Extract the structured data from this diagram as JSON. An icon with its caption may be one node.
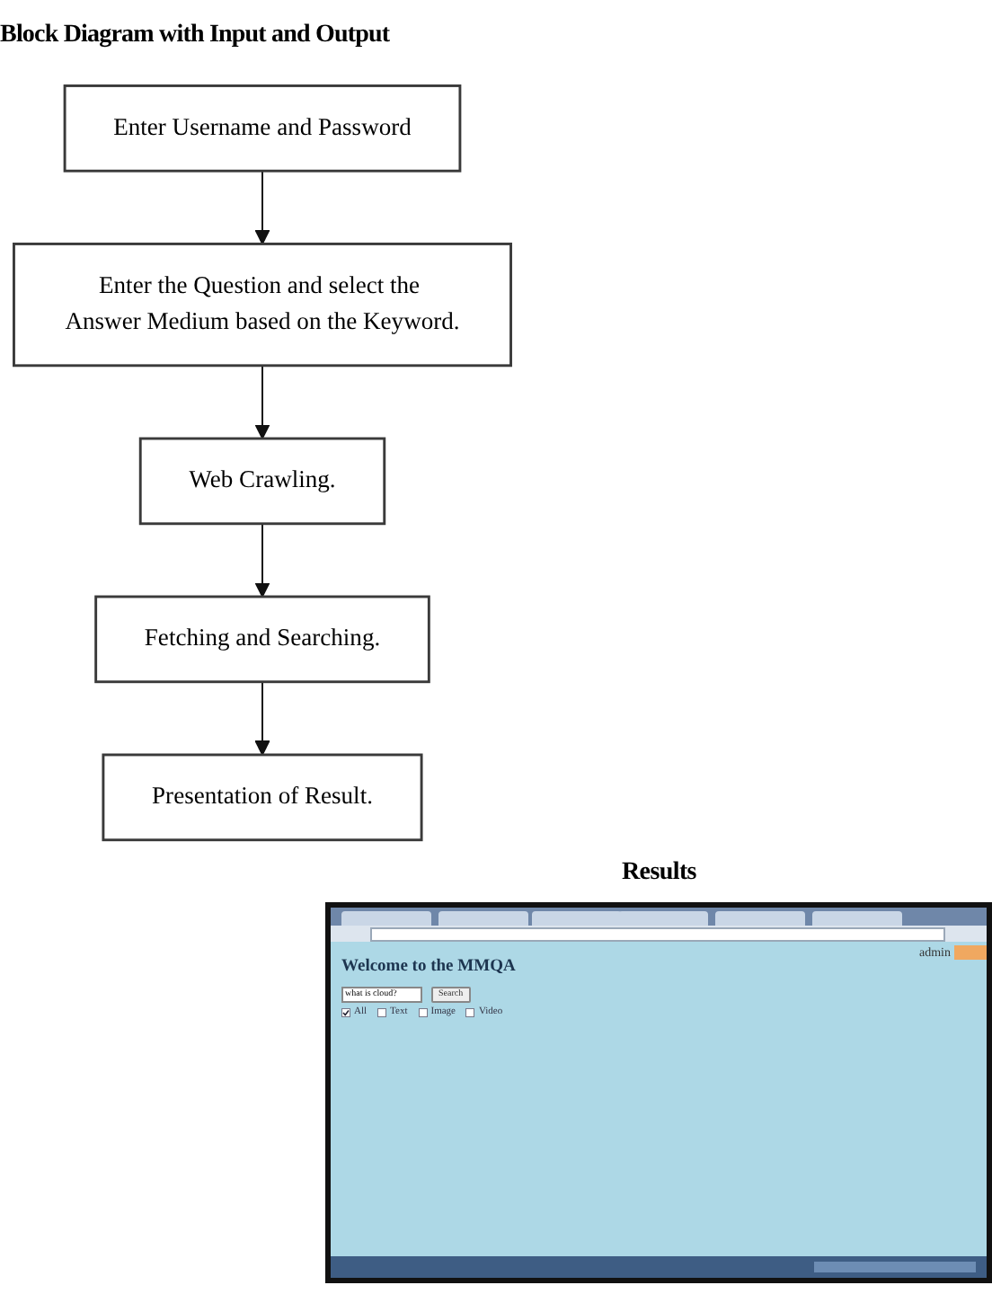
{
  "diagram": {
    "title": "Block Diagram with Input and Output",
    "nodes": [
      {
        "text": [
          "Enter Username and Password"
        ]
      },
      {
        "text": [
          "Enter the Question and select the Answer Medium based on the Keyword."
        ]
      },
      {
        "text": [
          "Web Crawling."
        ]
      },
      {
        "text": [
          "Fetching and Searching."
        ]
      },
      {
        "text": [
          "Presentation of Result."
        ]
      }
    ],
    "edges": [
      {
        "from": 0,
        "to": 1,
        "arrow": "to"
      },
      {
        "from": 1,
        "to": 2,
        "arrow": "to"
      },
      {
        "from": 2,
        "to": 3,
        "arrow": "to"
      },
      {
        "from": 3,
        "to": 4,
        "arrow": "to"
      }
    ],
    "labels": [
      "Results",
      "admin",
      "Welcome to the MMQA",
      "what is cloud?",
      "Search",
      "All",
      "Text",
      "Image",
      "Video"
    ]
  }
}
